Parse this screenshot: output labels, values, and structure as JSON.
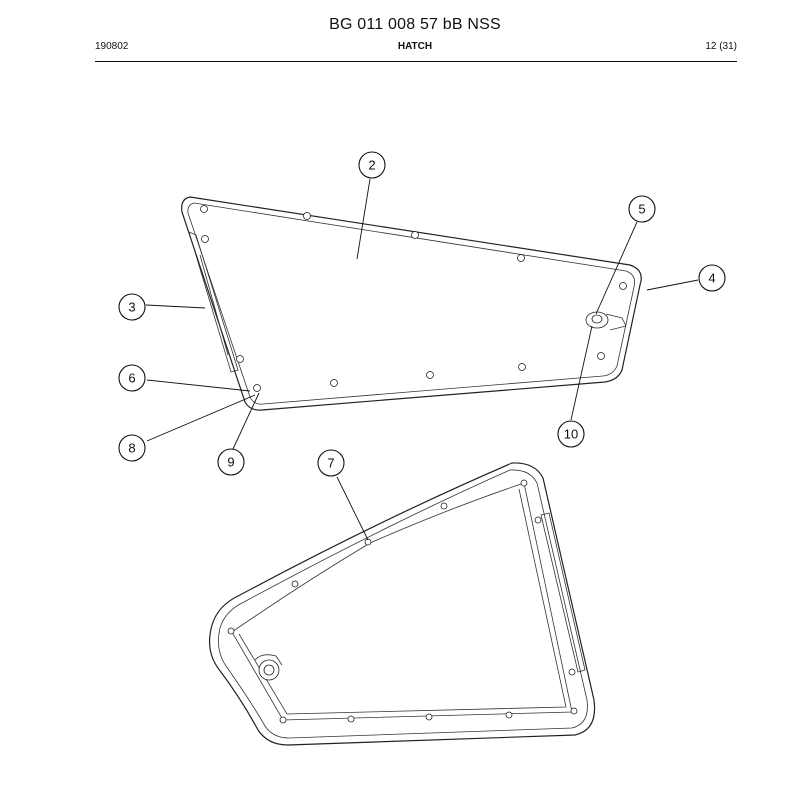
{
  "header": {
    "title": "BG 011 008 57 bB NSS",
    "code": "190802",
    "section": "HATCH",
    "page": "12 (31)"
  },
  "callouts": [
    "2",
    "3",
    "4",
    "5",
    "6",
    "7",
    "8",
    "9",
    "10"
  ]
}
